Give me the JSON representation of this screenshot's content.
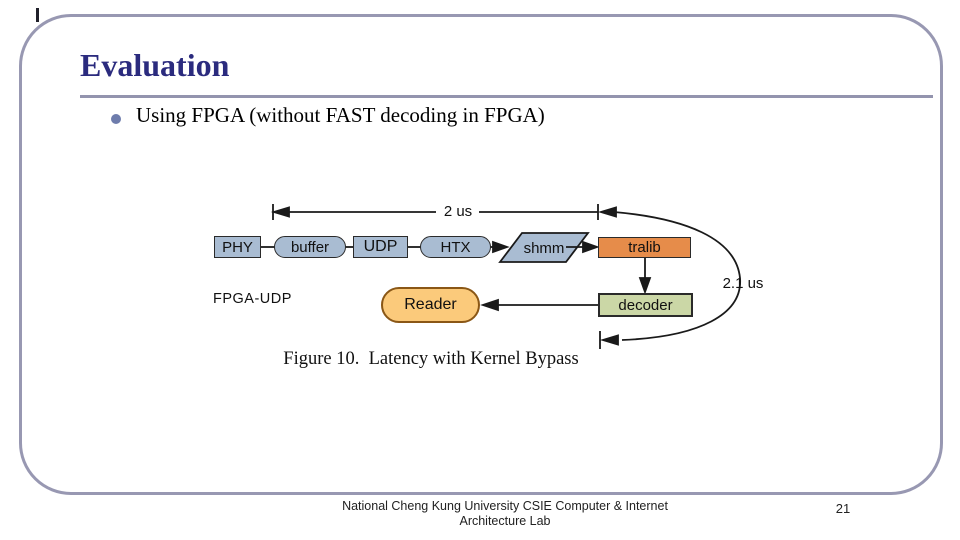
{
  "slide": {
    "title": "Evaluation",
    "bullet_text": "Using FPGA (without FAST decoding in FPGA)",
    "footer": {
      "line1": "National Cheng Kung University CSIE Computer & Internet",
      "line2": "Architecture Lab",
      "page_number": "21"
    }
  },
  "figure": {
    "caption": "Figure 10.  Latency with Kernel Bypass",
    "top_measurement_label": "2 us",
    "side_measurement_label": "2.1 us",
    "row_label": "FPGA-UDP",
    "nodes": {
      "phy": "PHY",
      "buffer": "buffer",
      "udp": "UDP",
      "htx": "HTX",
      "shmm": "shmm",
      "tralib": "tralib",
      "decoder": "decoder",
      "reader": "Reader"
    },
    "colors": {
      "blue_node_fill": "#a9bcd2",
      "orange_node_fill": "#e68c4a",
      "green_node_fill": "#cbd7a6",
      "yellow_node_fill": "#fbca7b",
      "line_stroke": "#1a1a1a"
    }
  },
  "theme": {
    "title_color": "#2b2b7e",
    "frame_border_color": "#9898b2",
    "divider_color": "#9394ae",
    "bullet_dot_color": "#6e7cac"
  }
}
